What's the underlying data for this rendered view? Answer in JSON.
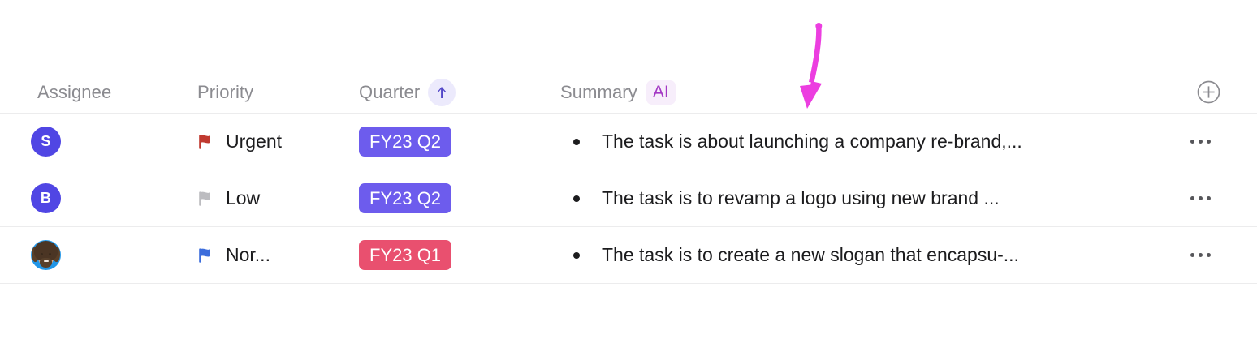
{
  "table": {
    "columns": [
      {
        "key": "assignee",
        "label": "Assignee"
      },
      {
        "key": "priority",
        "label": "Priority"
      },
      {
        "key": "quarter",
        "label": "Quarter",
        "sort_icon": "arrow-up-icon",
        "sort_direction": "ascending"
      },
      {
        "key": "summary",
        "label": "Summary",
        "badge": "AI"
      }
    ],
    "add_column_icon": "plus-circle-icon",
    "row_actions_icon": "ellipsis-icon",
    "rows": [
      {
        "assignee": {
          "type": "initial",
          "initial": "S",
          "color": "#5046e4"
        },
        "priority": {
          "label": "Urgent",
          "flag_icon": "flag-icon",
          "flag_color": "#c0392f"
        },
        "quarter": {
          "label": "FY23 Q2",
          "color": "#6d5ced"
        },
        "summary": "The task is about launching a company re-brand,..."
      },
      {
        "assignee": {
          "type": "initial",
          "initial": "B",
          "color": "#5046e4"
        },
        "priority": {
          "label": "Low",
          "flag_icon": "flag-icon",
          "flag_color": "#bcbcc0"
        },
        "quarter": {
          "label": "FY23 Q2",
          "color": "#6d5ced"
        },
        "summary": "The task is to revamp a logo using new brand ..."
      },
      {
        "assignee": {
          "type": "photo",
          "initial": "",
          "color": "#2196e8"
        },
        "priority": {
          "label": "Nor...",
          "flag_icon": "flag-icon",
          "flag_color": "#3c6ddc"
        },
        "quarter": {
          "label": "FY23 Q1",
          "color": "#e9506f"
        },
        "summary": "The task is to create a new slogan that encapsu-..."
      }
    ]
  },
  "annotation": {
    "arrow_icon": "arrow-down-annotation",
    "color": "#ec3ee0"
  },
  "colors": {
    "header_text": "#8b8b90",
    "body_text": "#1c1c1e",
    "divider": "#ececed",
    "sort_badge_bg": "#eceafc",
    "sort_badge_fg": "#5247c8",
    "ai_badge_bg": "#f7eefb",
    "ai_badge_fg": "#a338c4"
  }
}
